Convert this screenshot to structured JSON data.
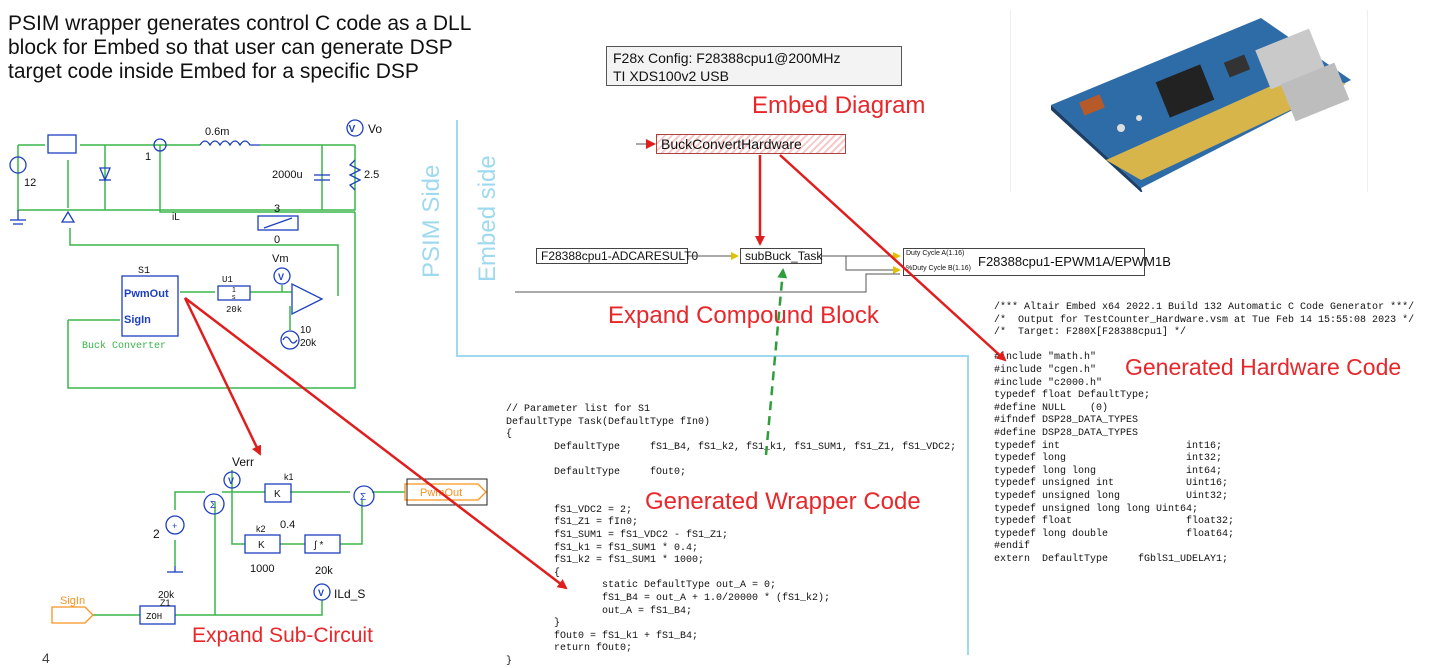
{
  "intro": {
    "line1": "PSIM wrapper generates control C code as a DLL",
    "line2": "block for Embed so that user can generate DSP",
    "line3": "target code inside Embed for a specific DSP"
  },
  "embed_config": {
    "line1": "F28x Config: F28388cpu1@200MHz",
    "line2": "TI XDS100v2 USB"
  },
  "labels": {
    "embed_diagram": "Embed Diagram",
    "expand_compound": "Expand Compound Block",
    "generated_hardware": "Generated Hardware Code",
    "generated_wrapper": "Generated Wrapper Code",
    "expand_subcircuit": "Expand Sub-Circuit",
    "psim_side": "PSIM Side",
    "embed_side": "Embed side"
  },
  "embed_blocks": {
    "buck_hw": "BuckConvertHardware",
    "adc": "F28388cpu1-ADCARESULT0",
    "subbuck": "subBuck_Task",
    "epwm": "F28388cpu1-EPWM1A/EPWM1B",
    "duty_a": "Duty Cycle A(1.16)",
    "duty_b": "%Duty Cycle B(1.16)"
  },
  "circuit": {
    "src_12": "12",
    "ind": "0.6m",
    "node1": "1",
    "cap": "2000u",
    "res": "2.5",
    "vo": "Vo",
    "il": "iL",
    "sensor_3": "3",
    "sensor_0": "0",
    "s1": "S1",
    "pwmout": "PwmOut",
    "sigin": "SigIn",
    "buck_converter": "Buck Converter",
    "u1": "U1",
    "u1_num": "1",
    "u1_den": "s",
    "u1_k": "20k",
    "vm": "Vm",
    "tri_10": "10",
    "tri_20k": "20k"
  },
  "subcircuit": {
    "verr": "Verr",
    "k1": "k1",
    "k_glyph": "K",
    "k1_val": "0.4",
    "k2": "k2",
    "k2_val": "1000",
    "int_glyph": "∫ *",
    "int_20k": "20k",
    "pwmout": "PwmOut",
    "src_2": "2",
    "sigin": "SigIn",
    "zoh_top": "20k",
    "zoh_z1": "Z1",
    "zoh": "ZOH",
    "ild": "ILd_S"
  },
  "wrapper_code": "// Parameter list for S1\nDefaultType Task(DefaultType fIn0)\n{\n        DefaultType     fS1_B4, fS1_k2, fS1_k1, fS1_SUM1, fS1_Z1, fS1_VDC2;\n\n        DefaultType     fOut0;\n\n\n        fS1_VDC2 = 2;\n        fS1_Z1 = fIn0;\n        fS1_SUM1 = fS1_VDC2 - fS1_Z1;\n        fS1_k1 = fS1_SUM1 * 0.4;\n        fS1_k2 = fS1_SUM1 * 1000;\n        {\n                static DefaultType out_A = 0;\n                fS1_B4 = out_A + 1.0/20000 * (fS1_k2);\n                out_A = fS1_B4;\n        }\n        fOut0 = fS1_k1 + fS1_B4;\n        return fOut0;\n}",
  "hardware_code": "/*** Altair Embed x64 2022.1 Build 132 Automatic C Code Generator ***/\n/*  Output for TestCounter_Hardware.vsm at Tue Feb 14 15:55:08 2023 */\n/*  Target: F280X[F28388cpu1] */\n\n#include \"math.h\"\n#include \"cgen.h\"\n#include \"c2000.h\"\ntypedef float DefaultType;\n#define NULL    (0)\n#ifndef DSP28_DATA_TYPES\n#define DSP28_DATA_TYPES\ntypedef int                     int16;\ntypedef long                    int32;\ntypedef long long               int64;\ntypedef unsigned int            Uint16;\ntypedef unsigned long           Uint32;\ntypedef unsigned long long Uint64;\ntypedef float                   float32;\ntypedef long double             float64;\n#endif\nextern  DefaultType     fGblS1_UDELAY1;",
  "slide_number": "4",
  "colors": {
    "red": "#e8272b",
    "side_label": "#9fd9ef",
    "wire_green": "#39b54a",
    "component_blue": "#1d3fbf",
    "orange": "#f7931e",
    "arrow_green": "#2e9e3a"
  }
}
